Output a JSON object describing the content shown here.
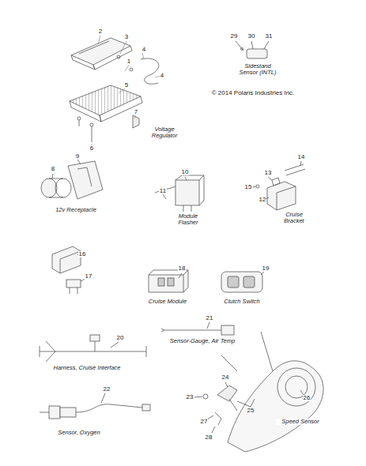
{
  "diagram": {
    "labels": [
      "2",
      "3",
      "4",
      "1",
      "4",
      "5",
      "7",
      "6",
      "Voltage Regulator",
      "29",
      "30",
      "31",
      "Sidestand Sensor (INTL)",
      "© 2014 Polaris Industries Inc.",
      "8",
      "9",
      "12v Receptacle",
      "10",
      "11",
      "Module Flasher",
      "14",
      "13",
      "15",
      "12",
      "Cruise Bracket",
      "16",
      "17",
      "18",
      "Cruise Module",
      "19",
      "Clutch Switch",
      "20",
      "Harness, Cruise Interface",
      "21",
      "Sensor-Gauge, Air Temp",
      "22",
      "Sensor, Oxygen",
      "23",
      "24",
      "25",
      "26",
      "27",
      "28",
      "Speed Sensor"
    ]
  }
}
